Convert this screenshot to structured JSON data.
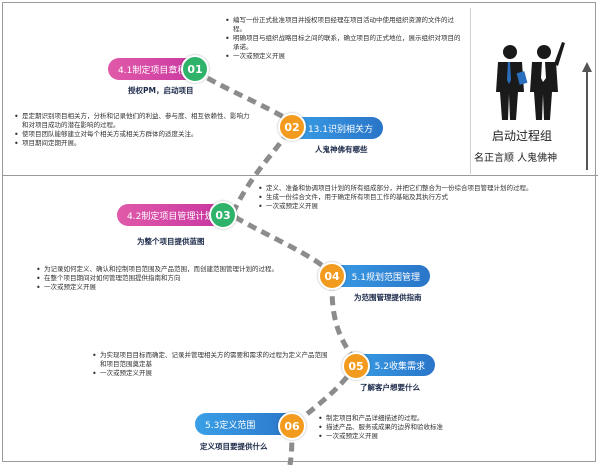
{
  "steps": [
    {
      "num": "01",
      "label": "4.1制定项目章程",
      "sub": "授权PM，启动项目"
    },
    {
      "num": "02",
      "label": "13.1识别相关方",
      "sub": "人鬼神佛有哪些"
    },
    {
      "num": "03",
      "label": "4.2制定项目管理计划",
      "sub": "为整个项目提供蓝图"
    },
    {
      "num": "04",
      "label": "5.1规划范围管理",
      "sub": "为范围管理提供指南"
    },
    {
      "num": "05",
      "label": "5.2收集需求",
      "sub": "了解客户想要什么"
    },
    {
      "num": "06",
      "label": "5.3定义范围",
      "sub": "定义项目要提供什么"
    }
  ],
  "notes": {
    "n1": [
      "编写一份正式批准项目并授权项目经理在项目活动中使用组织资源的文件的过程。",
      "明确项目与组织战略目标之间的联系，确立项目的正式地位，展示组织对项目的承诺。",
      "一次或预定义开展"
    ],
    "n2": [
      "是定期识别项目相关方，分析和记录他们的利益、参与度、相互依赖性、影响力和对项目成功的潜在影响的过程。",
      "使项目团队能够建立对每个相关方或相关方群体的适度关注。",
      "项目期间定期开展。"
    ],
    "n3": [
      "定义、准备和协调项目计划的所有组成部分，并把它们整合为一份综合项目管理计划的过程。",
      "生成一份综合文件，用于确定所有项目工作的基础及其执行方式",
      "一次或预定义开展"
    ],
    "n4": [
      "为记录如何定义、确认和控制项目范围及产品范围，而创建范围管理计划的过程。",
      "在整个项目期间对如何管理范围提供指南和方向",
      "一次或预定义开展"
    ],
    "n5": [
      "为实现项目目标而确定、记录并管理相关方的需要和需求的过程为定义产品范围和项目范围奠定基",
      "一次或预定义开展"
    ],
    "n6": [
      "制定项目和产品详细描述的过程。",
      "描述产品、服务或成果的边界和验收标准",
      "一次或预定义开展"
    ]
  },
  "group": {
    "title": "启动过程组",
    "subtitle": "名正言顺  人鬼佛神"
  },
  "colors": {
    "magenta": "#d9479f",
    "blue": "#2f86d6",
    "green": "#2fb36b",
    "orange": "#f39b1e",
    "path": "#8c8c8c"
  }
}
